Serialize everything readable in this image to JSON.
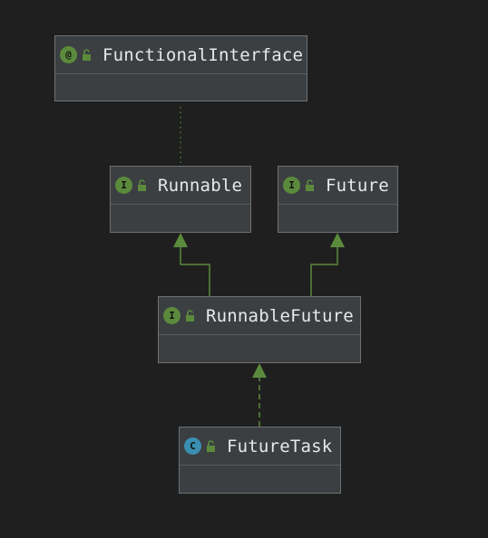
{
  "diagram": {
    "nodes": [
      {
        "id": "functional-interface",
        "kind_glyph": "@",
        "label": "FunctionalInterface"
      },
      {
        "id": "runnable",
        "kind_glyph": "I",
        "label": "Runnable"
      },
      {
        "id": "future",
        "kind_glyph": "I",
        "label": "Future"
      },
      {
        "id": "runnable-future",
        "kind_glyph": "I",
        "label": "RunnableFuture"
      },
      {
        "id": "future-task",
        "kind_glyph": "C",
        "label": "FutureTask"
      }
    ],
    "colors": {
      "background": "#1f1f1f",
      "node_fill": "#3b3f42",
      "node_border": "#6e7174",
      "extends_edge": "#5b8a3c",
      "annotation_edge": "#5b8a3c",
      "interface_badge": "#5b8a3c",
      "class_badge": "#3a8fb0"
    }
  }
}
